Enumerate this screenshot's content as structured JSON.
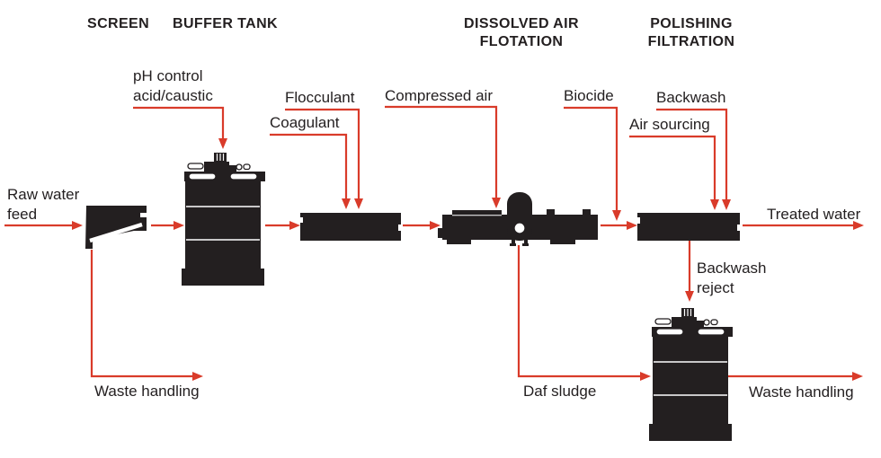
{
  "colors": {
    "ink": "#231f20",
    "arrow": "#d93b2a",
    "background": "#ffffff"
  },
  "stage_headers": {
    "screen": "SCREEN",
    "buffer_tank": "BUFFER TANK",
    "dissolved_air_flotation": "DISSOLVED AIR\nFLOTATION",
    "polishing_filtration": "POLISHING\nFILTRATION"
  },
  "dosing_labels": {
    "ph_control": "pH control\nacid/caustic",
    "coagulant": "Coagulant",
    "flocculant": "Flocculant",
    "compressed_air": "Compressed air",
    "biocide": "Biocide",
    "air_sourcing": "Air sourcing",
    "backwash": "Backwash"
  },
  "stream_labels": {
    "raw_water_feed": "Raw water\nfeed",
    "treated_water": "Treated water",
    "waste_handling_left": "Waste handling",
    "daf_sludge": "Daf sludge",
    "backwash_reject": "Backwash\nreject",
    "waste_handling_right": "Waste handling"
  },
  "icons": [
    "screen-icon",
    "buffer-tank-icon",
    "flocculation-tank-icon",
    "daf-unit-icon",
    "air-saturation-vessel-icon",
    "polishing-filter-icon",
    "sludge-tank-icon"
  ]
}
